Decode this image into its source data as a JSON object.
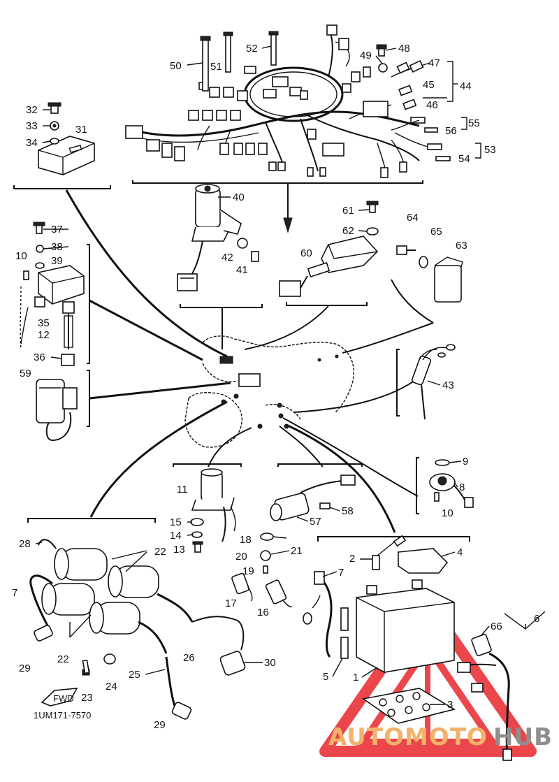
{
  "diagram": {
    "part_number_code": "1UM171-7570",
    "fwd_label": "FWD",
    "labels": [
      {
        "id": "l1",
        "text": "1"
      },
      {
        "id": "l2",
        "text": "2"
      },
      {
        "id": "l3",
        "text": "3"
      },
      {
        "id": "l4",
        "text": "4"
      },
      {
        "id": "l5",
        "text": "5"
      },
      {
        "id": "l6",
        "text": "6"
      },
      {
        "id": "l6b",
        "text": "6"
      },
      {
        "id": "l7",
        "text": "7"
      },
      {
        "id": "l7b",
        "text": "7"
      },
      {
        "id": "l8",
        "text": "8"
      },
      {
        "id": "l8b",
        "text": "8"
      },
      {
        "id": "l9",
        "text": "9"
      },
      {
        "id": "l10",
        "text": "10"
      },
      {
        "id": "l10b",
        "text": "10"
      },
      {
        "id": "l11",
        "text": "11"
      },
      {
        "id": "l12",
        "text": "12"
      },
      {
        "id": "l13",
        "text": "13"
      },
      {
        "id": "l14",
        "text": "14"
      },
      {
        "id": "l15",
        "text": "15"
      },
      {
        "id": "l16",
        "text": "16"
      },
      {
        "id": "l17",
        "text": "17"
      },
      {
        "id": "l18",
        "text": "18"
      },
      {
        "id": "l19",
        "text": "19"
      },
      {
        "id": "l20",
        "text": "20"
      },
      {
        "id": "l21",
        "text": "21"
      },
      {
        "id": "l22",
        "text": "22"
      },
      {
        "id": "l22b",
        "text": "22"
      },
      {
        "id": "l23",
        "text": "23"
      },
      {
        "id": "l24",
        "text": "24"
      },
      {
        "id": "l25",
        "text": "25"
      },
      {
        "id": "l26",
        "text": "26"
      },
      {
        "id": "l28",
        "text": "28"
      },
      {
        "id": "l29",
        "text": "29"
      },
      {
        "id": "l29b",
        "text": "29"
      },
      {
        "id": "l30",
        "text": "30"
      },
      {
        "id": "l31",
        "text": "31"
      },
      {
        "id": "l32",
        "text": "32"
      },
      {
        "id": "l33",
        "text": "33"
      },
      {
        "id": "l34",
        "text": "34"
      },
      {
        "id": "l35",
        "text": "35"
      },
      {
        "id": "l36",
        "text": "36"
      },
      {
        "id": "l37",
        "text": "37"
      },
      {
        "id": "l38",
        "text": "38"
      },
      {
        "id": "l39",
        "text": "39"
      },
      {
        "id": "l40",
        "text": "40"
      },
      {
        "id": "l41",
        "text": "41"
      },
      {
        "id": "l42",
        "text": "42"
      },
      {
        "id": "l43",
        "text": "43"
      },
      {
        "id": "l44",
        "text": "44"
      },
      {
        "id": "l45",
        "text": "45"
      },
      {
        "id": "l46",
        "text": "46"
      },
      {
        "id": "l47",
        "text": "47"
      },
      {
        "id": "l48",
        "text": "48"
      },
      {
        "id": "l49",
        "text": "49"
      },
      {
        "id": "l50",
        "text": "50"
      },
      {
        "id": "l51",
        "text": "51"
      },
      {
        "id": "l52",
        "text": "52"
      },
      {
        "id": "l53",
        "text": "53"
      },
      {
        "id": "l54",
        "text": "54"
      },
      {
        "id": "l55",
        "text": "55"
      },
      {
        "id": "l56",
        "text": "56"
      },
      {
        "id": "l57",
        "text": "57"
      },
      {
        "id": "l58",
        "text": "58"
      },
      {
        "id": "l59",
        "text": "59"
      },
      {
        "id": "l60",
        "text": "60"
      },
      {
        "id": "l61",
        "text": "61"
      },
      {
        "id": "l62",
        "text": "62"
      },
      {
        "id": "l63",
        "text": "63"
      },
      {
        "id": "l64",
        "text": "64"
      },
      {
        "id": "l65",
        "text": "65"
      },
      {
        "id": "l66",
        "text": "66"
      }
    ]
  },
  "watermark": {
    "part1": "AUTOMOTO",
    "part2": "HUB",
    "triangle_color": "#e8262c",
    "text_color_1": "#f2b26b",
    "text_color_2": "#8f8f8f"
  }
}
